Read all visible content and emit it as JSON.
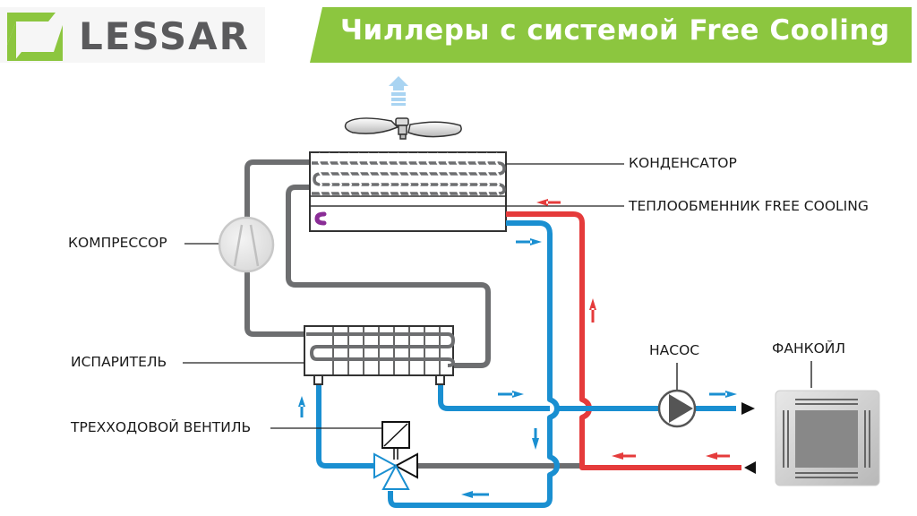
{
  "header": {
    "brand": "LESSAR",
    "title": "Чиллеры с системой Free Cooling"
  },
  "labels": {
    "condenser": "КОНДЕНСАТОР",
    "free_cooling_exchanger": "ТЕПЛООБМЕННИК FREE COOLING",
    "compressor": "КОМПРЕССОР",
    "evaporator": "ИСПАРИТЕЛЬ",
    "three_way_valve": "ТРЕХХОДОВОЙ ВЕНТИЛЬ",
    "pump": "НАСОС",
    "fancoil": "ФАНКОЙЛ"
  },
  "colors": {
    "brand_green": "#8cc63f",
    "logo_gray": "#5a5a5c",
    "refrigerant_gray": "#6d6e70",
    "cold_water_blue": "#1a8fd1",
    "hot_water_red": "#e53b3b",
    "airflow_light_blue": "#a9d4f2"
  },
  "icons": {
    "logo_mark": "lessar-logo-icon",
    "fan": "fan-icon",
    "airflow": "airflow-up-arrow-icon",
    "compressor": "compressor-icon",
    "pump": "pump-icon",
    "valve": "three-way-valve-icon",
    "fancoil": "fancoil-cassette-icon"
  }
}
